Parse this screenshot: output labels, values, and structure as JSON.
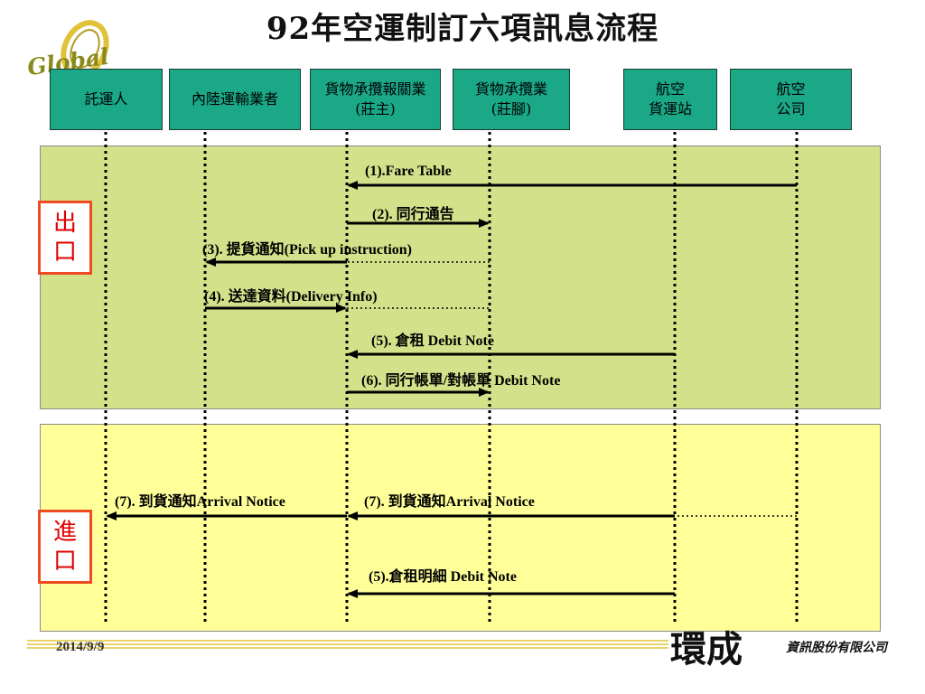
{
  "title": "92年空運制訂六項訊息流程",
  "logo": "Global",
  "actors": [
    {
      "label": "託運人"
    },
    {
      "label": "內陸運輸業者"
    },
    {
      "label": "貨物承攬報關業\n(莊主)"
    },
    {
      "label": "貨物承攬業\n(莊腳)"
    },
    {
      "label": "航空\n貨運站"
    },
    {
      "label": "航空\n公司"
    }
  ],
  "sections": {
    "export": "出\n口",
    "import": "進\n口"
  },
  "messages": [
    {
      "label": "(1).Fare Table",
      "from": 5,
      "to": 2,
      "dotted_from": null
    },
    {
      "label": "(2). 同行通告",
      "from": 2,
      "to": 3,
      "dotted_from": null
    },
    {
      "label": "(3). 提貨通知(Pick up instruction)",
      "from": 2,
      "to": 1,
      "dotted_from": 3
    },
    {
      "label": "(4). 送達資料(Delivery Info)",
      "from": 1,
      "to": 2,
      "dotted_to": 3
    },
    {
      "label": "(5). 倉租  Debit Note",
      "from": 4,
      "to": 2,
      "dotted_from": null
    },
    {
      "label": "(6). 同行帳單/對帳單 Debit Note",
      "from": 2,
      "to": 3,
      "dotted_from": null
    },
    {
      "label": "(7). 到貨通知Arrival Notice",
      "from": 2,
      "to": 0,
      "dotted_from": null
    },
    {
      "label": "(7). 到貨通知Arrival Notice",
      "from": 4,
      "to": 2,
      "dotted_from": 5
    },
    {
      "label": "(5).倉租明細 Debit Note",
      "from": 4,
      "to": 2,
      "dotted_from": null
    }
  ],
  "footer": {
    "date": "2014/9/9",
    "company_mark": "環成",
    "company_name": "資訊股份有限公司"
  },
  "colors": {
    "actor_fill": "#1aa887",
    "export_panel": "#d3e28a",
    "import_panel": "#ffff99",
    "section_border": "#ee4b22",
    "section_text": "#e00000"
  }
}
